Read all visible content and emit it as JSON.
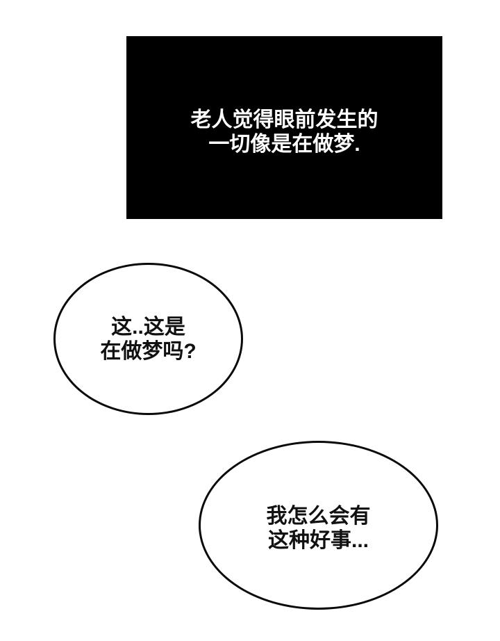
{
  "page": {
    "background_color": "#ffffff",
    "kind": "comic-panel-page"
  },
  "narration_box": {
    "background_color": "#000000",
    "text_color": "#ffffff",
    "lines": [
      "老人觉得眼前发生的",
      "一切像是在做梦."
    ]
  },
  "speech_bubbles": [
    {
      "position": "middle-left",
      "lines": [
        "这..这是",
        "在做梦吗?"
      ]
    },
    {
      "position": "bottom-right",
      "lines": [
        "我怎么会有",
        "这种好事..."
      ]
    }
  ],
  "colors": {
    "bubble_stroke": "#0a0a0a",
    "bubble_fill": "#ffffff",
    "text": "#111111"
  }
}
